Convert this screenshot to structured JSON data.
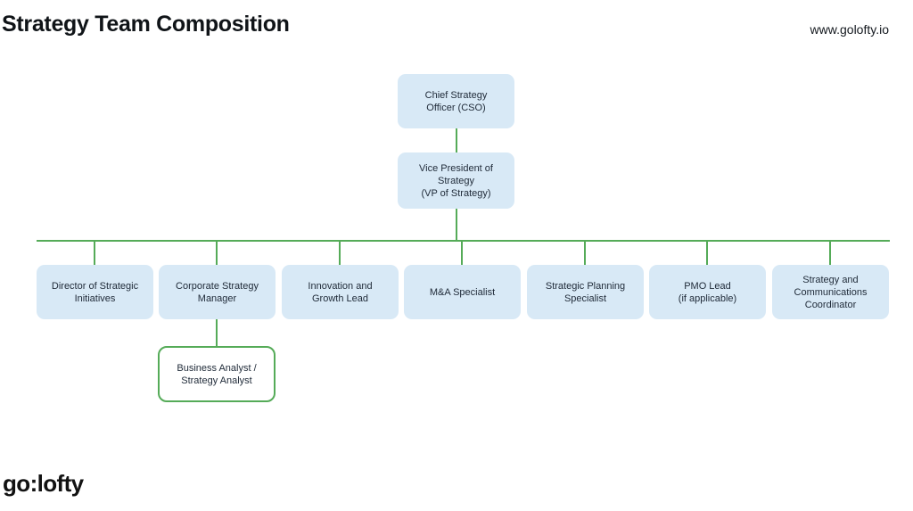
{
  "page": {
    "title": "Strategy Team Composition",
    "website": "www.golofty.io",
    "logo": "go:lofty"
  },
  "colors": {
    "box_fill": "#d8e9f6",
    "green": "#55ab58",
    "text_dark": "#212c3a",
    "title_color": "#101418"
  },
  "org": {
    "cso": {
      "title": "Chief Strategy Officer (CSO)",
      "lines": [
        "Chief Strategy",
        "Officer (CSO)"
      ]
    },
    "vp": {
      "title": "Vice President of Strategy (VP of Strategy)",
      "lines": [
        "Vice President of",
        "Strategy",
        "(VP of Strategy)"
      ]
    },
    "row": [
      {
        "title": "Director of Strategic Initiatives",
        "lines": [
          "Director of Strategic",
          "Initiatives"
        ]
      },
      {
        "title": "Corporate Strategy Manager",
        "lines": [
          "Corporate Strategy",
          "Manager"
        ]
      },
      {
        "title": "Innovation and Growth Lead",
        "lines": [
          "Innovation and",
          "Growth Lead"
        ]
      },
      {
        "title": "M&A Specialist",
        "lines": [
          "M&A Specialist"
        ]
      },
      {
        "title": "Strategic Planning Specialist",
        "lines": [
          "Strategic Planning",
          "Specialist"
        ]
      },
      {
        "title": "PMO Lead (if applicable)",
        "lines": [
          "PMO Lead",
          "(if applicable)"
        ]
      },
      {
        "title": "Strategy and Communications Coordinator",
        "lines": [
          "Strategy and",
          "Communications",
          "Coordinator"
        ]
      }
    ],
    "analyst": {
      "title": "Business Analyst / Strategy Analyst",
      "lines": [
        "Business Analyst /",
        "Strategy Analyst"
      ]
    }
  }
}
